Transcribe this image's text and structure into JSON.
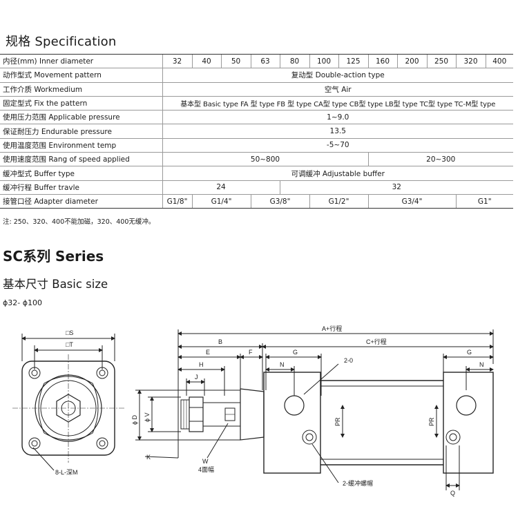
{
  "spec_title": "规格 Specification",
  "table": {
    "header": {
      "label": "内径(mm) Inner diameter",
      "bores": [
        "32",
        "40",
        "50",
        "63",
        "80",
        "100",
        "125",
        "160",
        "200",
        "250",
        "320",
        "400"
      ]
    },
    "movement": {
      "label": "动作型式 Movement pattern",
      "value": "复动型 Double-action type"
    },
    "medium": {
      "label": "工作介质 Workmedium",
      "value": "空气 Air"
    },
    "fix": {
      "label": "固定型式 Fix the pattern",
      "values": [
        "基本型 Basic type",
        "FA 型 type",
        "FB 型 type",
        "CA型 type",
        "CB型 type",
        "LB型 type",
        "TC型 type",
        "TC-M型 type"
      ]
    },
    "pressure": {
      "label": "使用压力范围 Applicable pressure",
      "value": "1~9.0"
    },
    "endurable": {
      "label": "保证耐压力 Endurable pressure",
      "value": "13.5"
    },
    "temp": {
      "label": "使用温度范围 Environment temp",
      "value": "-5~70"
    },
    "speed": {
      "label": "使用速度范围 Rang of speed applied",
      "values": [
        "50~800",
        "20~300"
      ]
    },
    "buffer_type": {
      "label": "缓冲型式 Buffer type",
      "value": "可调缓冲 Adjustable buffer"
    },
    "buffer_travel": {
      "label": "缓冲行程 Buffer travle",
      "values": [
        "24",
        "32"
      ]
    },
    "adapter": {
      "label": "接管口径  Adapter diameter",
      "values": [
        "G1/8\"",
        "G1/4\"",
        "G3/8\"",
        "G1/2\"",
        "G3/4\"",
        "G1\""
      ]
    }
  },
  "note": "注: 250、320、400不能加磁，320、400无缓冲。",
  "series_title": "SC系列 Series",
  "basic_title": "基本尺寸 Basic size",
  "range_label": "ϕ32- ϕ100",
  "drawing": {
    "s_label": "□S",
    "t_label": "□T",
    "l_label": "8-L-深M",
    "a_label": "A+行程",
    "b_label": "B",
    "c_label": "C+行程",
    "e_label": "E",
    "f_label": "F",
    "g_label": "G",
    "g2_label": "G",
    "h_label": "H",
    "j_label": "J",
    "n_label": "N",
    "n2_label": "N",
    "d_label": "ϕ D",
    "v_label": "ϕ V",
    "k_label": "K",
    "w_label": "W",
    "w_note": "4面幅",
    "port_label": "2-0",
    "pr_label": "PR",
    "pr2_label": "PR",
    "cushion_label": "2-缓冲螺帽",
    "q_label": "Q"
  }
}
